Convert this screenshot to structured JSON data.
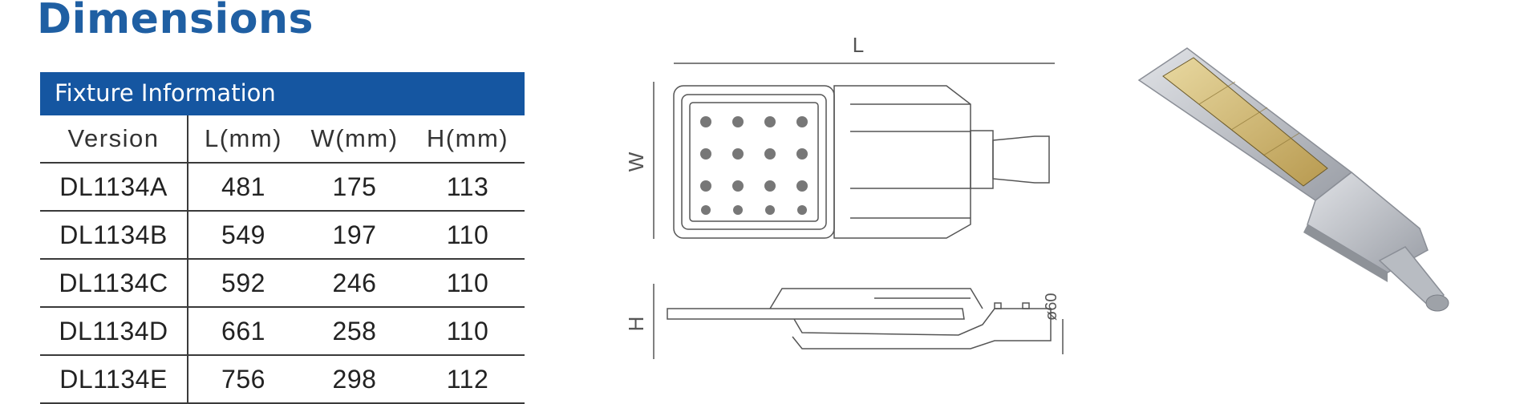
{
  "page": {
    "title": "Dimensions"
  },
  "table": {
    "caption": "Fixture Information",
    "headers": [
      "Version",
      "L(mm)",
      "W(mm)",
      "H(mm)"
    ],
    "rows": [
      [
        "DL1134A",
        "481",
        "175",
        "113"
      ],
      [
        "DL1134B",
        "549",
        "197",
        "110"
      ],
      [
        "DL1134C",
        "592",
        "246",
        "110"
      ],
      [
        "DL1134D",
        "661",
        "258",
        "110"
      ],
      [
        "DL1134E",
        "756",
        "298",
        "112"
      ]
    ]
  },
  "drawings": {
    "top_view": {
      "length_label": "L",
      "width_label": "W"
    },
    "side_view": {
      "height_label": "H",
      "diameter_label": "ø60"
    }
  },
  "colors": {
    "title": "#1f5fa3",
    "table_header": "#1556a1"
  }
}
